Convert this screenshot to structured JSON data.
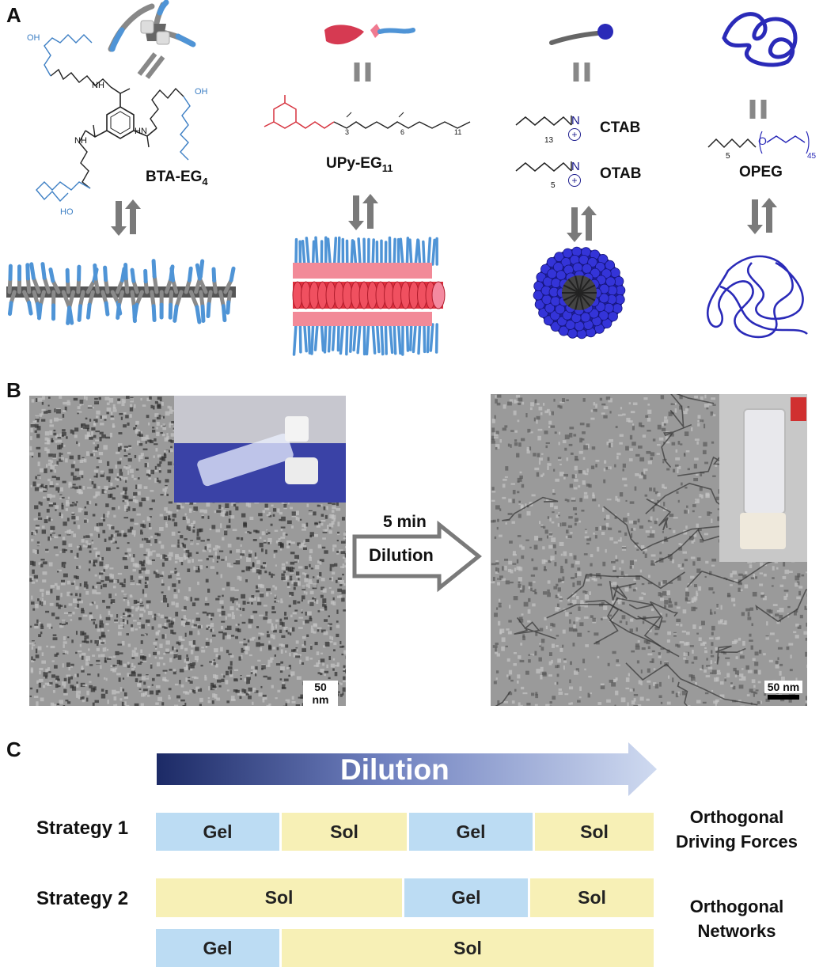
{
  "panels": {
    "a": "A",
    "b": "B",
    "c": "C"
  },
  "panel_a": {
    "compounds": [
      {
        "label_main": "BTA-EG",
        "label_sub": "4"
      },
      {
        "label_main": "UPy-EG",
        "label_sub": "11"
      },
      {
        "label_ctab": "CTAB",
        "label_otab": "OTAB",
        "sub_ctab": "13",
        "sub_otab": "5"
      },
      {
        "label_main": "OPEG",
        "sub_5": "5",
        "sub_45": "45"
      }
    ],
    "upy_subs": {
      "s3": "3",
      "s6": "6",
      "s11": "11"
    },
    "chem_text": {
      "oh": "OH",
      "ho": "HO",
      "nh": "NH",
      "hn": "HN",
      "n": "N",
      "h": "H",
      "o": "O"
    }
  },
  "panel_b": {
    "arrow_top": "5 min",
    "arrow_bottom": "Dilution",
    "scale_left": "50 nm",
    "scale_right": "50 nm"
  },
  "panel_c": {
    "gradient_label": "Dilution",
    "strategy1": {
      "label": "Strategy 1",
      "bars": [
        "Gel",
        "Sol",
        "Gel",
        "Sol"
      ],
      "side_line1": "Orthogonal",
      "side_line2": "Driving Forces"
    },
    "strategy2": {
      "label": "Strategy 2",
      "row1": [
        "Sol",
        "Gel",
        "Sol"
      ],
      "row2": [
        "Gel",
        "Sol"
      ],
      "side_line1": "Orthogonal",
      "side_line2": "Networks"
    },
    "colors": {
      "gel": "#bcdcf3",
      "sol": "#f7f0b6",
      "gradient_start": "#1c2a66",
      "gradient_end": "#cfdaf0"
    }
  }
}
